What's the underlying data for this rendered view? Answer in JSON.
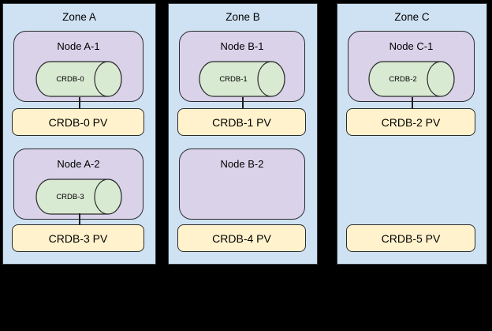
{
  "diagram": {
    "description": "Kubernetes zones with CockroachDB pods and persistent volumes",
    "colors": {
      "background": "#000000",
      "zone_fill": "#cfe2f3",
      "node_fill": "#d9d2e9",
      "pod_fill": "#d9ead3",
      "pv_fill": "#fff2cc",
      "border": "#2b2b2b"
    },
    "zones": [
      {
        "title": "Zone A",
        "slots": [
          {
            "node": {
              "title": "Node A-1",
              "pod": "CRDB-0"
            },
            "pv": "CRDB-0 PV",
            "connected": true
          },
          {
            "node": {
              "title": "Node A-2",
              "pod": "CRDB-3"
            },
            "pv": "CRDB-3 PV",
            "connected": true
          }
        ]
      },
      {
        "title": "Zone B",
        "slots": [
          {
            "node": {
              "title": "Node B-1",
              "pod": "CRDB-1"
            },
            "pv": "CRDB-1 PV",
            "connected": true
          },
          {
            "node": {
              "title": "Node B-2",
              "pod": null
            },
            "pv": "CRDB-4 PV",
            "connected": false
          }
        ]
      },
      {
        "title": "Zone C",
        "slots": [
          {
            "node": {
              "title": "Node C-1",
              "pod": "CRDB-2"
            },
            "pv": "CRDB-2 PV",
            "connected": true
          },
          {
            "node": null,
            "pv": "CRDB-5 PV",
            "connected": false
          }
        ]
      }
    ]
  }
}
